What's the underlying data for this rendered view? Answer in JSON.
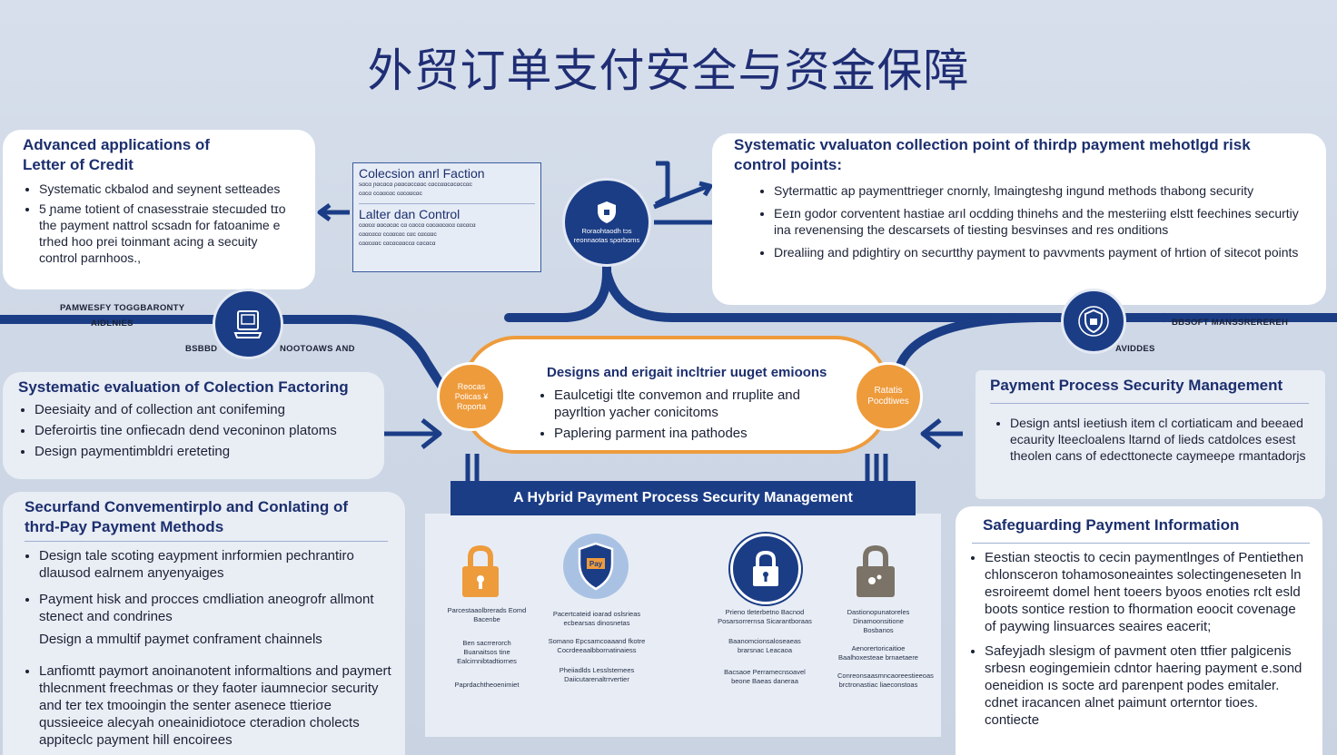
{
  "title": "外贸订单支付安全与资金保障",
  "colors": {
    "navy": "#1b3d86",
    "orange": "#ee9b3c",
    "title": "#1f2e74",
    "light_blue": "#3e8fd6"
  },
  "top_left": {
    "heading": "Advanced applications of Letter of Credit",
    "bullets": [
      "Systematic ckbalod and ѕeynent ѕetteades",
      "5 ɲame totient of cnasesstraie steсшded tɪo the payment nattrol scsadn for fatoanime e trhed hoo prei toinmant aϲing a ѕecuity control parnhoos.,"
    ]
  },
  "collection_box": {
    "heading1": "Colecsion anrl Faction",
    "sub1a": "ѕαϲα ɲαϲαϲα ρααϲαϲϲααϲ ϲαϲϲααϲαϲαϲϲαϲ",
    "sub1b": "ϲαϲα ϲϲααϲαϲ ϲαϲααϲαϲ",
    "heading2": "Lalter dan Control",
    "sub2a": "ϲααϲα ααϲαϲαϲ ϲα ϲαϲϲα ϲαϲααϲαϲα ϲαϲαϲα",
    "sub2b": "ϲααϲαϲα ϲϲααϲαϲ ϲαϲ ϲαϲααϲ",
    "sub2c": "ϲααϲααϲ ϲαϲαϲααϲϲα ϲαϲαϲα"
  },
  "center_node": {
    "text": "Roraohtaodh tɔs reonnaotas sρɑrbɑms"
  },
  "top_right": {
    "heading": "Systematic vvaluaton collection point of thirdp payment mehotlgd risk control points:",
    "bullets": [
      "Sytermattic ap paymenttrieger cnornly, lmaingteshg ingund methods thabong security",
      "Eeɪn godor corventent hastiae arıl ocdding thinehs and the mesteriing elstt feechines securtiy ina revenensing the descarsets of tiesting besvinses and res onditions",
      "Drealiing and pdightiry on securtthy payment to pavvments payment of hrtion of sitecot points"
    ]
  },
  "left_node": {
    "label_top": "PAMWESFY TOGGBARONTY",
    "label_mid": "AIDLNIES",
    "label_left": "BSBBD",
    "label_right": "NOOTOAWS AND"
  },
  "right_node": {
    "label_right": "BBSOFT MANSSREREREH",
    "label_bottom": "AVIDDES"
  },
  "mid_left": {
    "heading": "Systematic evaluation of Colection Factoring",
    "bullets": [
      "Deesiaity and of collection ant conifeming",
      "Deferoirtis tine onfiecadn dend veconinon platoms",
      "Design paymentimbldri ereteting"
    ]
  },
  "center_pill": {
    "heading": "Designs and erigait incltrier uuget emioons",
    "bullets": [
      "Eaulcetigi tlte convemon and rruplite and payrltion yacher conicitoms",
      "Paplering parment ina pathodes"
    ]
  },
  "orange_left": "Reocas Policas ¥ Roporta",
  "orange_right": "Ratatis Pocdtiwes",
  "mid_right": {
    "heading": "Payment  Process Security  Management",
    "bullets": [
      "Design antsl ieetiush item cl cortiaticam and beeaed ecaurity lteecloalens ltarnd of lieds catdolces esest theolen cans of edecttonecte caymeeρe rmantadorjs"
    ]
  },
  "hybrid": {
    "banner": "A Hybrid Payment Process Security Management",
    "col1": [
      "Parcestaaolbrerads Eomd Bacenbe",
      "Ben sacrrerorch Buanaitsos tine Ealcirnnibtadtiornes",
      "Paprdachtheoenimiet"
    ],
    "col2": [
      "Pacertcateid ioarad oslsrieas ecbearsas dinosnetas",
      "Somano Epcsamcoaaand fkotre Cocrdeeaalbbornatinaiess",
      "Pheiiadlds Lesslstemees Daiicutarenaltrrvertier"
    ],
    "col3": [
      "Prieno tleterbetno Bacnod Posarsorrernsa Sicarantboraas",
      "Baanomcionsaloseaeas brarsnac Leacaoa",
      "Bacsaoe Perramecnsoavel beone Baeas daneraa"
    ],
    "col4": [
      "Dastionopunatoreles Dinamoonsitione Bosbanos",
      "Aenorertoricaitioe Baalhoxesteae brnaetaere",
      "Conreonsaasmncaoreestieeoas brctronastiac liaeconstoas"
    ],
    "badge": "Pay"
  },
  "bottom_left": {
    "heading": "Securfand Convementirplo and Conlating of thrd-Pay Payment Methods",
    "bullets": [
      "Design tale scoting eaypment inrformien peсhrantiro dlaɯsod ealrnem anyenyaiges",
      "Payment hisk and procces cmdliation aneogrofr allmont steneсt and condrines",
      "Design a mmultif paymet conframent chainnels",
      "Lanfiomtt paymort anoinanotent informaltions and paymert thlecnment freechmas or they faoter iaumnecior security and ter tex tmooingin the senter asenece ttieriσe qussieeice alecyah oneainidiotoce cteradion cholects appiteclc payment hill encoirees"
    ]
  },
  "bottom_right": {
    "heading": "Safeguarding Payment Information",
    "bullets": [
      "Eestian steoctis to cecin paymentlnges of Pentiethen chlonsceron tohamosoneaintes solectingeneseten ln esroireemt domel hent toeers byoos enoties rclt esld boots sontice restion to fhormation eoocit covenage of paywing linsuarces seaires eacerit;",
      "Safeyjadh slesigm of pavment oten ttfier palgicenis srbesn eogingemiein cdntor haering payment e.sond oeneidion ıs socte ard parenpent podes emitaler. cdnet iracancen alnet paimunt orterntor tioes. contiecte"
    ]
  }
}
